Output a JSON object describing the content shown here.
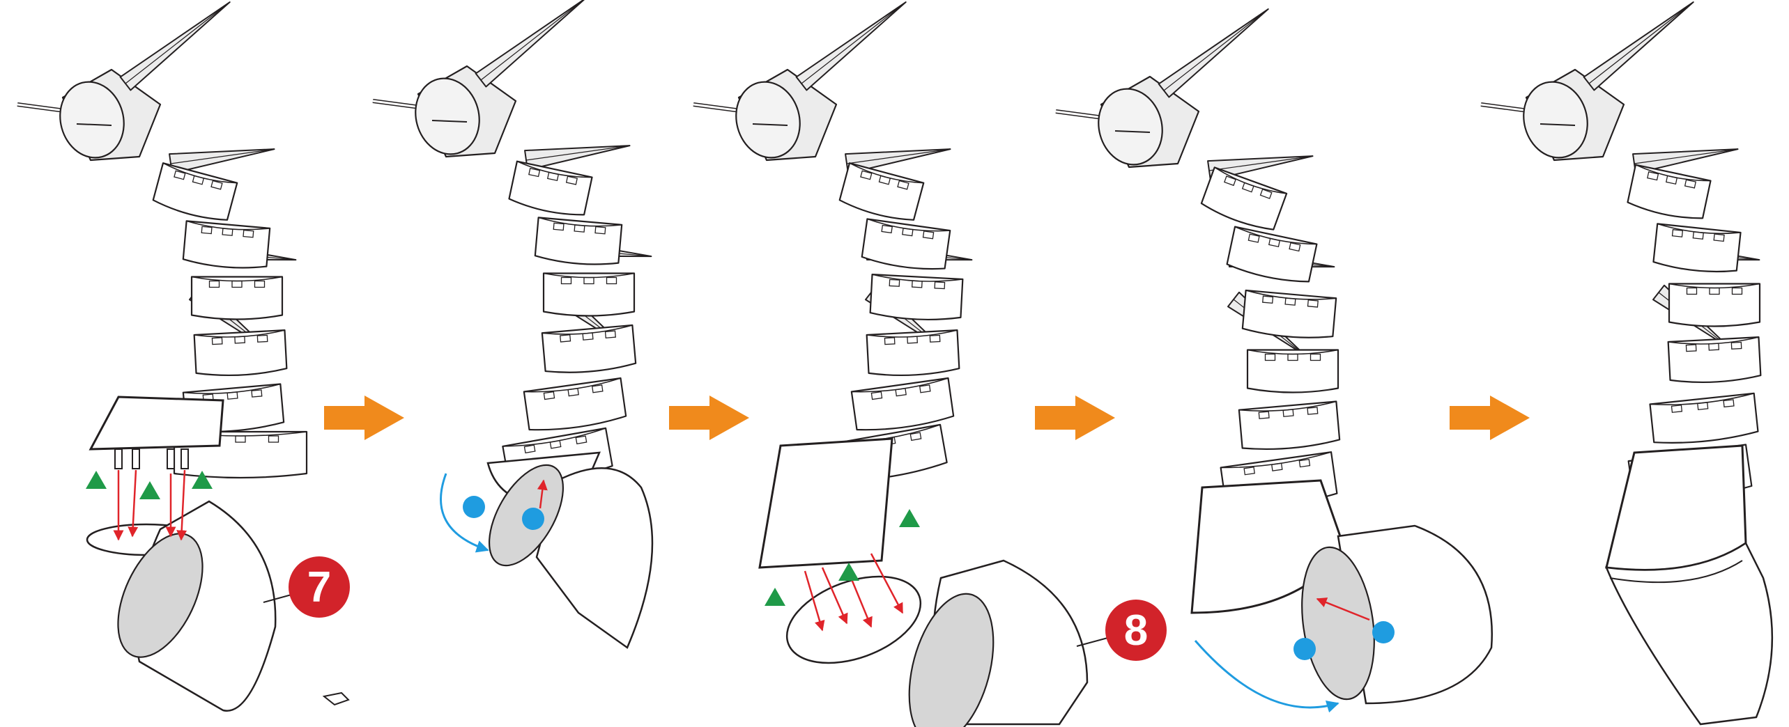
{
  "diagram": {
    "type": "assembly-instructions",
    "panels": 5,
    "step_callouts": [
      {
        "label": "7"
      },
      {
        "label": "8"
      }
    ],
    "flow_arrow_count": 4,
    "colors": {
      "flow_arrow": "#f08a1c",
      "callout_fill": "#d2232a",
      "peg_marker": "#1f9a48",
      "rotate_marker": "#1f9ce0",
      "insert_arrow": "#e0242a",
      "part_fill": "#ececec",
      "inner_shade": "#d6d6d6",
      "outline": "#231f20"
    },
    "icons": [
      "orange-arrow-icon",
      "green-triangle-icon",
      "blue-dot-icon",
      "red-arrow-icon",
      "red-circle-callout-icon"
    ]
  }
}
